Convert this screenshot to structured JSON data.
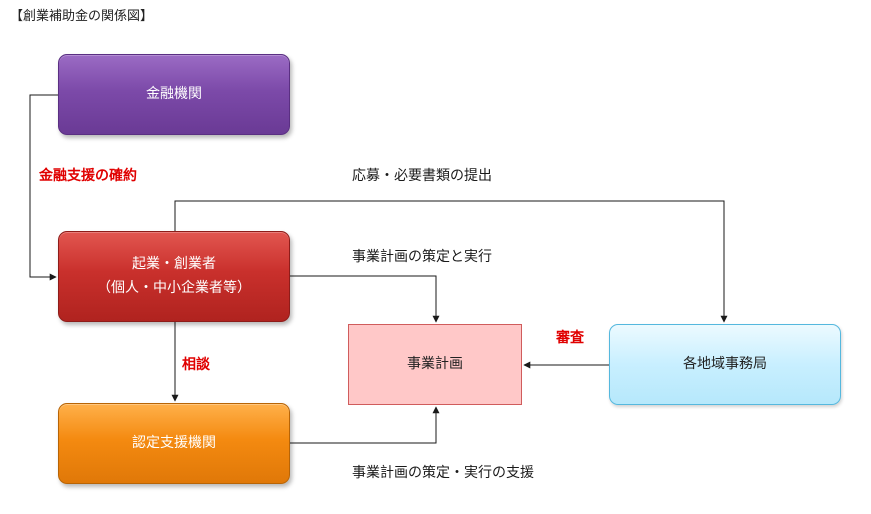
{
  "title": "【創業補助金の関係図】",
  "nodes": {
    "finance": "金融機関",
    "founder_line1": "起業・創業者",
    "founder_line2": "（個人・中小企業者等）",
    "support": "認定支援機関",
    "plan": "事業計画",
    "office": "各地域事務局"
  },
  "labels": {
    "finance_support": "金融支援の確約",
    "application": "応募・必要書類の提出",
    "plan_formulation": "事業計画の策定と実行",
    "review": "審査",
    "consultation": "相談",
    "plan_support": "事業計画の策定・実行の支援"
  },
  "colors": {
    "finance": "#7c4aa9",
    "founder": "#c9302c",
    "support": "#f48a10",
    "plan": "#ffc8c8",
    "office": "#c8efff",
    "emphasis_text": "#e00000"
  }
}
